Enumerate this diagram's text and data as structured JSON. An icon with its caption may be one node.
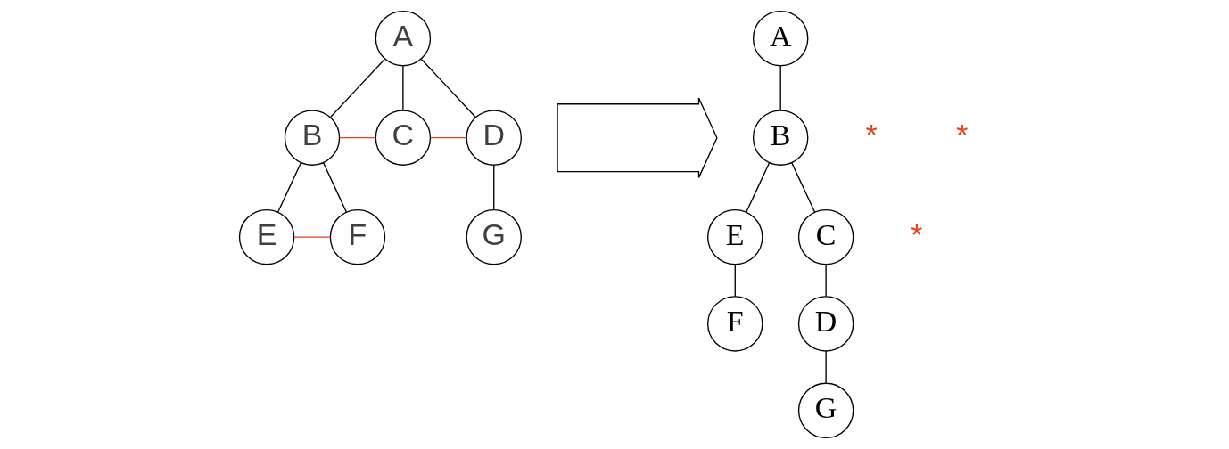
{
  "diagram": {
    "nodes": [
      {
        "text": [
          "A"
        ]
      },
      {
        "text": [
          "B"
        ]
      },
      {
        "text": [
          "C"
        ]
      },
      {
        "text": [
          "D"
        ]
      },
      {
        "text": [
          "E"
        ]
      },
      {
        "text": [
          "F"
        ]
      },
      {
        "text": [
          "G"
        ]
      },
      {
        "text": [],
        "shape": "arrow"
      },
      {
        "text": [
          "A"
        ]
      },
      {
        "text": [
          "B"
        ]
      },
      {
        "text": [
          "E"
        ]
      },
      {
        "text": [
          "C"
        ]
      },
      {
        "text": [
          "F"
        ]
      },
      {
        "text": [
          "D"
        ]
      },
      {
        "text": [
          "G"
        ]
      }
    ],
    "edges": [
      {
        "from": 0,
        "to": 1,
        "arrow": "none"
      },
      {
        "from": 0,
        "to": 2,
        "arrow": "none"
      },
      {
        "from": 0,
        "to": 3,
        "arrow": "none"
      },
      {
        "from": 1,
        "to": 2,
        "arrow": "none",
        "color": "#e8401c"
      },
      {
        "from": 2,
        "to": 3,
        "arrow": "none",
        "color": "#e8401c"
      },
      {
        "from": 1,
        "to": 4,
        "arrow": "none"
      },
      {
        "from": 1,
        "to": 5,
        "arrow": "none"
      },
      {
        "from": 3,
        "to": 6,
        "arrow": "none"
      },
      {
        "from": 4,
        "to": 5,
        "arrow": "none",
        "color": "#e8401c"
      },
      {
        "from": 8,
        "to": 9,
        "arrow": "none"
      },
      {
        "from": 9,
        "to": 10,
        "arrow": "none"
      },
      {
        "from": 9,
        "to": 11,
        "arrow": "none"
      },
      {
        "from": 10,
        "to": 12,
        "arrow": "none"
      },
      {
        "from": 11,
        "to": 13,
        "arrow": "none"
      },
      {
        "from": 13,
        "to": 14,
        "arrow": "none"
      }
    ],
    "labels": [
      "*",
      "*",
      "*"
    ]
  }
}
